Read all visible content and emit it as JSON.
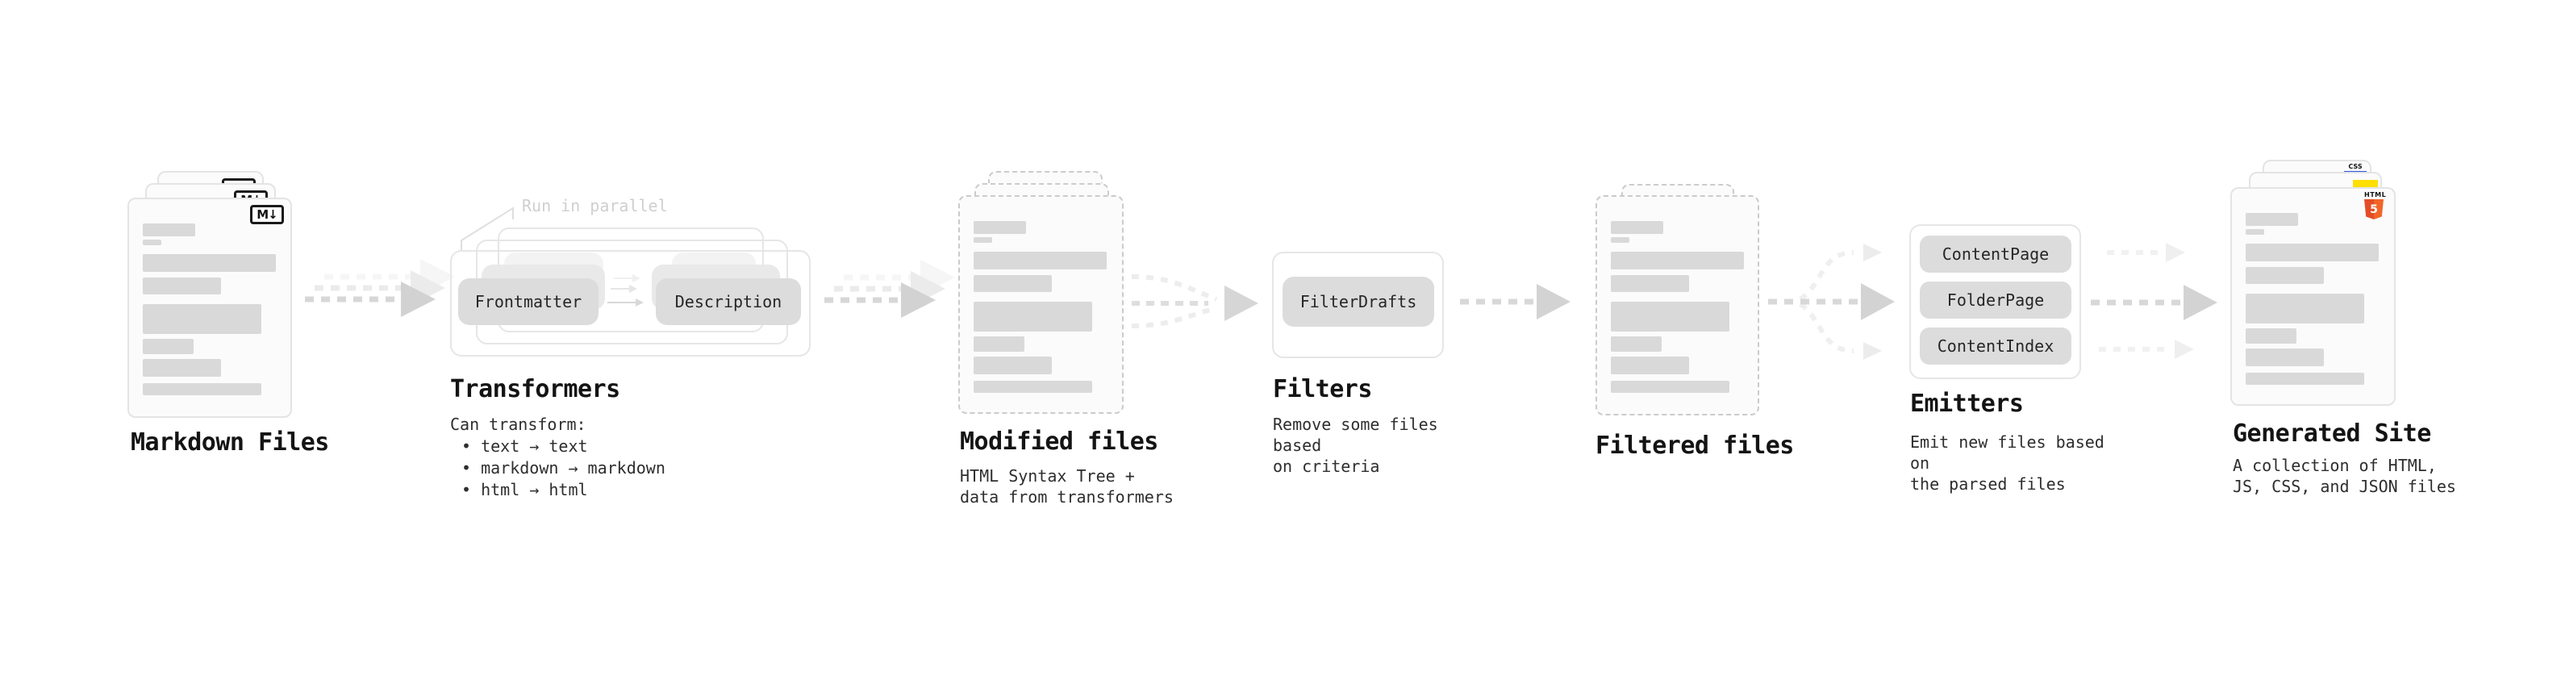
{
  "colors": {
    "html5_orange": "#e44d26",
    "js_yellow": "#ffdf00",
    "css_blue": "#2d53e5",
    "card_border": "#e4e4e4",
    "bar_gray": "#d9d9d9",
    "button_gray": "#dcdcdc"
  },
  "stages": {
    "markdown_files": {
      "title": "Markdown Files",
      "file_badge": "M↓"
    },
    "transformers": {
      "callout": "Run in parallel",
      "box_left": "Frontmatter",
      "box_right": "Description",
      "title": "Transformers",
      "description_heading": "Can transform:",
      "bullets": [
        "• text → text",
        "• markdown → markdown",
        "• html → html"
      ]
    },
    "modified_files": {
      "title": "Modified files",
      "description": "HTML Syntax Tree +\ndata from transformers"
    },
    "filters": {
      "title": "Filters",
      "filter_name": "FilterDrafts",
      "description": "Remove some files based\non criteria"
    },
    "filtered_files": {
      "title": "Filtered files"
    },
    "emitters": {
      "title": "Emitters",
      "emitter_names": [
        "ContentPage",
        "FolderPage",
        "ContentIndex"
      ],
      "description": "Emit new files based on\nthe parsed files"
    },
    "generated_site": {
      "title": "Generated Site",
      "description": "A collection of HTML,\nJS, CSS, and JSON files",
      "css_badge": "CSS",
      "html_badge_label": "HTML",
      "html_badge_number": "5"
    }
  }
}
